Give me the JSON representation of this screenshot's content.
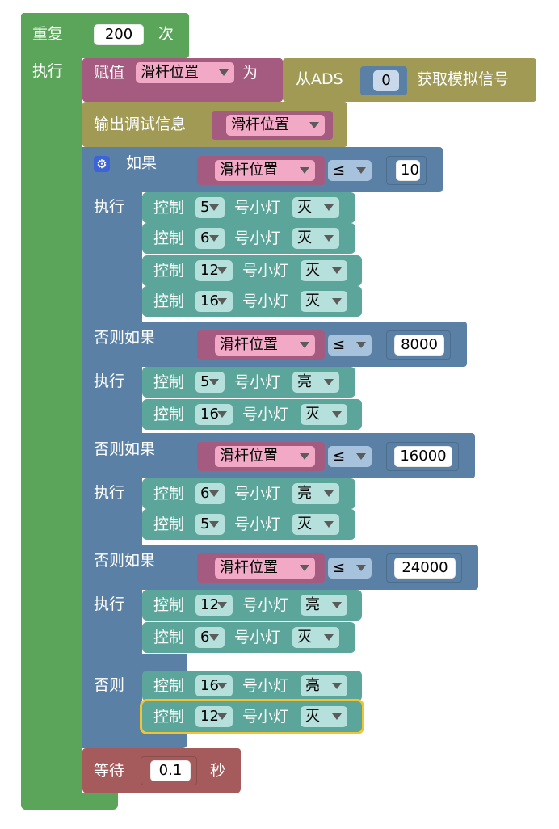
{
  "colors": {
    "loop": "#5ba55b",
    "variable": "#a55b80",
    "io": "#a09a55",
    "logic": "#5b80a5",
    "light": "#5ba59a",
    "wait": "#a55b5b",
    "selected": "#f4c430"
  },
  "loop": {
    "repeat_label": "重复",
    "count": "200",
    "times_label": "次",
    "do_label": "执行"
  },
  "assign": {
    "label": "赋值",
    "var": "滑杆位置",
    "to_label": "为",
    "ads_from": "从ADS",
    "ads_channel": "0",
    "ads_get": "获取模拟信号"
  },
  "debug": {
    "label": "输出调试信息",
    "var": "滑杆位置"
  },
  "ifblock": {
    "gear_icon": "gear-icon",
    "if_label": "如果",
    "elseif_label": "否则如果",
    "do_label": "执行",
    "else_label": "否则",
    "var": "滑杆位置",
    "op": "≤",
    "branches": [
      {
        "threshold": "10"
      },
      {
        "threshold": "8000"
      },
      {
        "threshold": "16000"
      },
      {
        "threshold": "24000"
      }
    ]
  },
  "light": {
    "ctrl": "控制",
    "suffix": "号小灯"
  },
  "light_blocks": [
    {
      "pin": "5",
      "state": "灭"
    },
    {
      "pin": "6",
      "state": "灭"
    },
    {
      "pin": "12",
      "state": "灭"
    },
    {
      "pin": "16",
      "state": "灭"
    },
    {
      "pin": "5",
      "state": "亮"
    },
    {
      "pin": "16",
      "state": "灭"
    },
    {
      "pin": "6",
      "state": "亮"
    },
    {
      "pin": "5",
      "state": "灭"
    },
    {
      "pin": "12",
      "state": "亮"
    },
    {
      "pin": "6",
      "state": "灭"
    },
    {
      "pin": "16",
      "state": "亮"
    },
    {
      "pin": "12",
      "state": "灭"
    }
  ],
  "wait": {
    "label": "等待",
    "value": "0.1",
    "unit": "秒"
  }
}
